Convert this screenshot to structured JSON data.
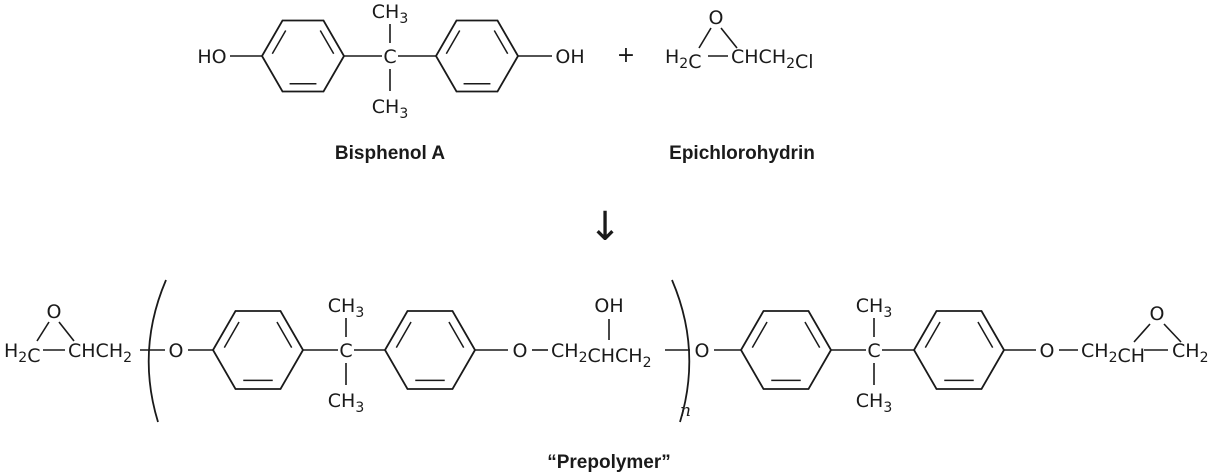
{
  "bisphenol_a": {
    "label": "Bisphenol A",
    "left_group": "HO",
    "right_group": "OH",
    "center_atom": "C",
    "methyl_top": "CH3",
    "methyl_bottom": "CH3"
  },
  "plus_sign": "+",
  "epichlorohydrin": {
    "label": "Epichlorohydrin",
    "epoxide_oxygen": "O",
    "left_carbon": "H2C",
    "chain": "CHCH2Cl"
  },
  "arrow": "↓",
  "prepolymer": {
    "label": "“Prepolymer”",
    "repeat_subscript": "n",
    "left_end_oxygen": "O",
    "left_end_carbon": "H2C",
    "left_end_chain": "CHCH2",
    "unit_oxygen": "O",
    "quaternary_carbon": "C",
    "methyl": "CH3",
    "hydroxyl": "OH",
    "linker": "CH2CHCH2",
    "right_end_chain": "CH2CH",
    "right_end_carbon": "CH2"
  }
}
